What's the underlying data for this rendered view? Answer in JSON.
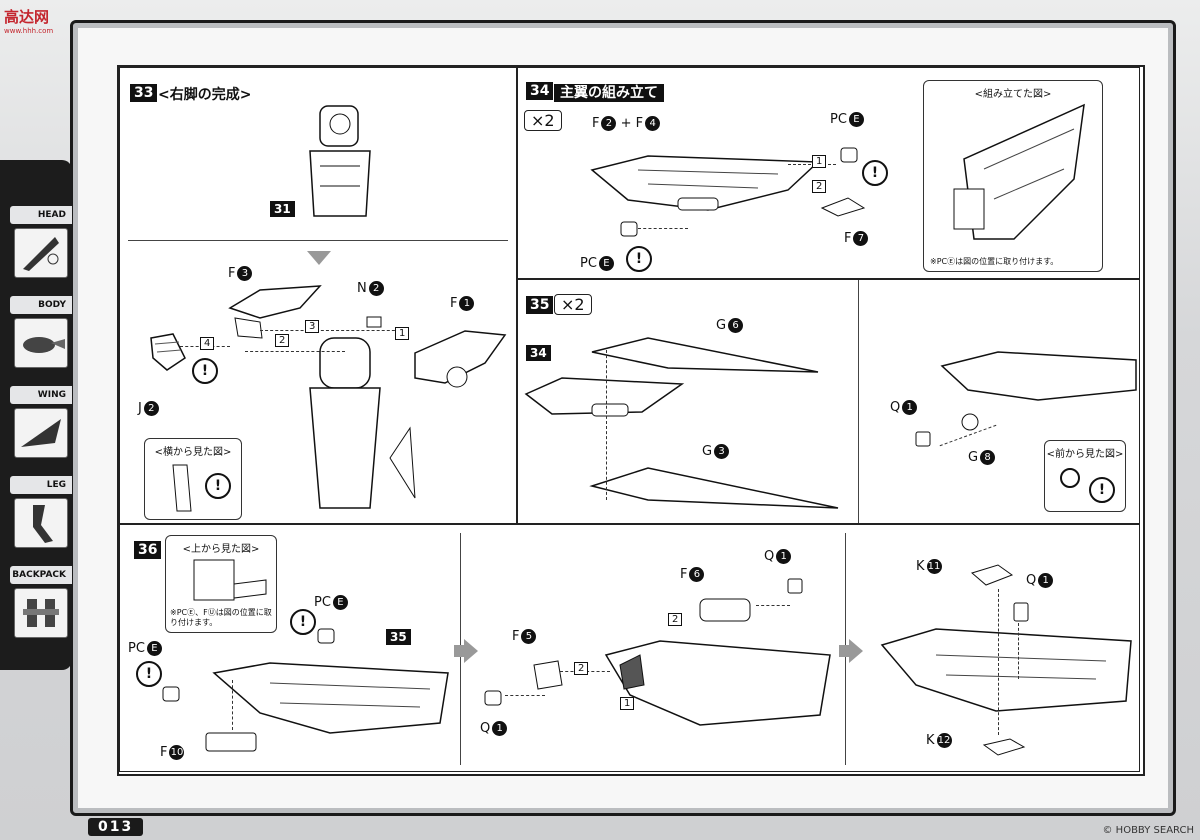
{
  "watermark_top": {
    "name": "高达网",
    "sub": "www.hhh.com"
  },
  "watermark_bottom": "© HOBBY SEARCH",
  "page_number": "013",
  "sidebar": {
    "tabs": [
      "HEAD",
      "BODY",
      "WING",
      "LEG",
      "BACKPACK"
    ]
  },
  "step33": {
    "number": "33",
    "title": "<右脚の完成>",
    "ref": "31",
    "labels": {
      "f3": "F",
      "f3n": "3",
      "n2": "N",
      "n2n": "2",
      "f1": "F",
      "f1n": "1",
      "j2": "J",
      "j2n": "2"
    },
    "seq": [
      "4",
      "3",
      "2",
      "1"
    ],
    "callout_title": "<横から見た図>"
  },
  "step34": {
    "number": "34",
    "title": "主翼の組み立て",
    "mult": "×2",
    "labels": {
      "f2": "F",
      "f2n": "2",
      "plus": "+",
      "f4": "F",
      "f4n": "4",
      "pce1": "PC",
      "pce1n": "E",
      "pce2": "PC",
      "pce2n": "E",
      "f7": "F",
      "f7n": "7"
    },
    "seq": [
      "1",
      "2"
    ],
    "callout_title": "<組み立てた図>",
    "note": "※PCⒺは図の位置に取り付けます。"
  },
  "step35": {
    "number": "35",
    "mult": "×2",
    "ref": "34",
    "labels": {
      "g6": "G",
      "g6n": "6",
      "g3": "G",
      "g3n": "3",
      "q1": "Q",
      "q1n": "1",
      "g8": "G",
      "g8n": "8"
    },
    "callout_title": "<前から見た図>"
  },
  "step36": {
    "number": "36",
    "ref": "35",
    "callout_title": "<上から見た図>",
    "note": "※PCⒺ、FⓊは図の位置に取り付けます。",
    "labels": {
      "pce_a": "PC",
      "pce_an": "E",
      "pce_b": "PC",
      "pce_bn": "E",
      "f10": "F",
      "f10n": "10",
      "f5": "F",
      "f5n": "5",
      "q1a": "Q",
      "q1an": "1",
      "f6": "F",
      "f6n": "6",
      "q1b": "Q",
      "q1bn": "1",
      "k11": "K",
      "k11n": "11",
      "q1c": "Q",
      "q1cn": "1",
      "k12": "K",
      "k12n": "12"
    },
    "seq": [
      "2",
      "1",
      "2"
    ]
  },
  "colors": {
    "ink": "#111111",
    "frame": "#1a1a1a",
    "accent_red": "#c4262e",
    "arrow_gray": "#999999"
  }
}
